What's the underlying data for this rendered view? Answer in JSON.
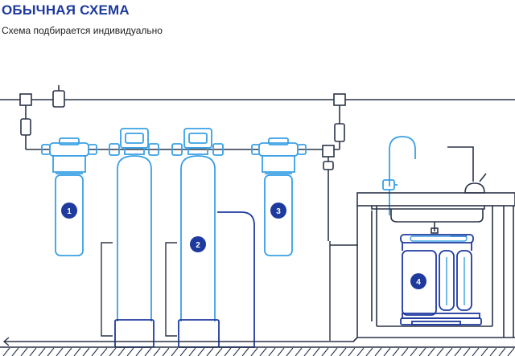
{
  "header": {
    "title": "ОБЫЧНАЯ СХЕМА",
    "subtitle": "Схема подбирается индивидуально"
  },
  "badges": [
    "1",
    "2",
    "3",
    "4"
  ],
  "colors": {
    "dark_blue": "#1e3a9e",
    "light_blue": "#3aa0e4",
    "pipe": "#2a3347",
    "badge": "#1e3a9e"
  },
  "icons": {
    "flow_arrow": "arrow-left-icon"
  }
}
